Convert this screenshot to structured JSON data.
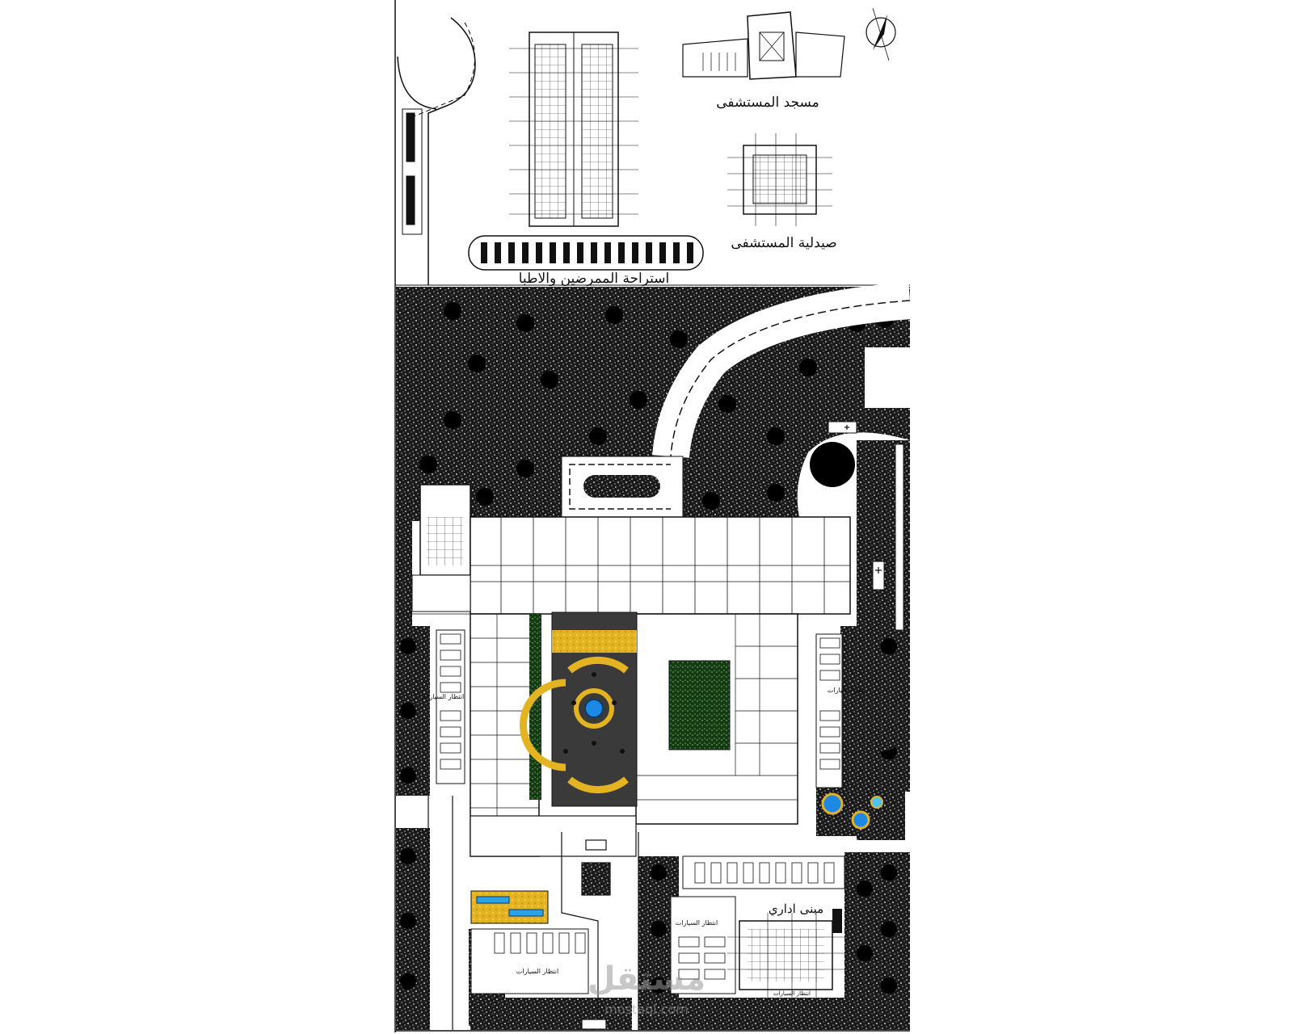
{
  "labels": {
    "mosque": "مسجد المستشفى",
    "pharmacy": "صيدلية المستشفى",
    "housing": "استراحة الممرضين والاطبا",
    "admin": "مبنى اداري",
    "parking_right": "انتظار السيارات",
    "parking_left": "انتظار السيارات",
    "parking_bottom": "انتظار السيارات",
    "parking_bottom_right": "انتظار السيارات",
    "parking_admin": "انتظار السيارات"
  },
  "watermark": {
    "logo": "مستقل",
    "url": "mostaql.com"
  },
  "colors": {
    "line": "#111111",
    "landscape": "#1a1a1a",
    "paving": "#e3b321",
    "water": "#1e88e5",
    "water_light": "#4fc3f7",
    "grass": "#2e7d32"
  },
  "icons": {
    "north_arrow": "north-arrow-icon",
    "ambulance": "ambulance-icon",
    "car": "car-icon"
  }
}
